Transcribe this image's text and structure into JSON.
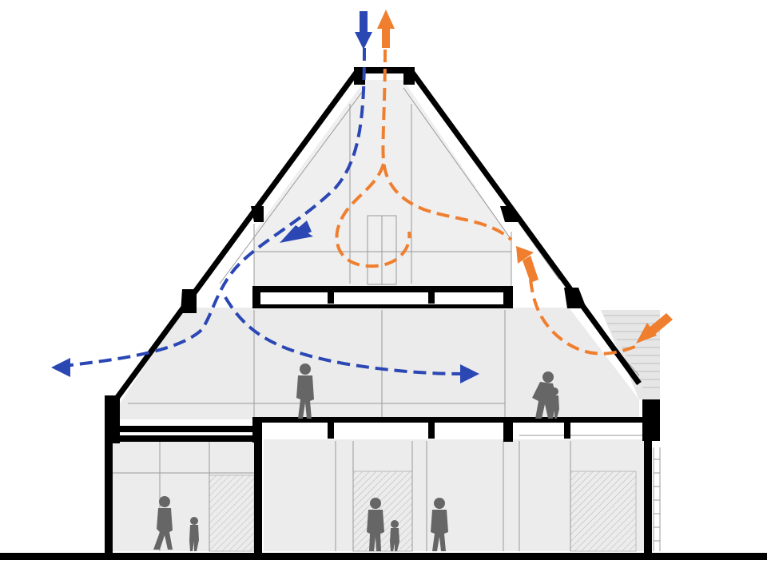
{
  "diagram": {
    "kind": "building-section-ventilation",
    "labels": [],
    "colors": {
      "structure": "#000000",
      "interior_fill": "#ececec",
      "glass_fill": "#f3f3f3",
      "people": "#666666",
      "cool_air_flow": "#2a47b4",
      "warm_air_flow": "#ef7f2f",
      "background": "#ffffff"
    },
    "flows": [
      {
        "id": "cool-air",
        "color_key": "cool_air_flow",
        "direction": "in-from-roof-top",
        "outlets": [
          "left-facade",
          "middle-floor-interior"
        ]
      },
      {
        "id": "warm-air",
        "color_key": "warm_air_flow",
        "direction": "out-through-roof-top",
        "inlets": [
          "right-facade-window"
        ]
      }
    ],
    "icons": [
      "person-silhouette-icon",
      "child-silhouette-icon",
      "arrow-head-icon"
    ]
  }
}
